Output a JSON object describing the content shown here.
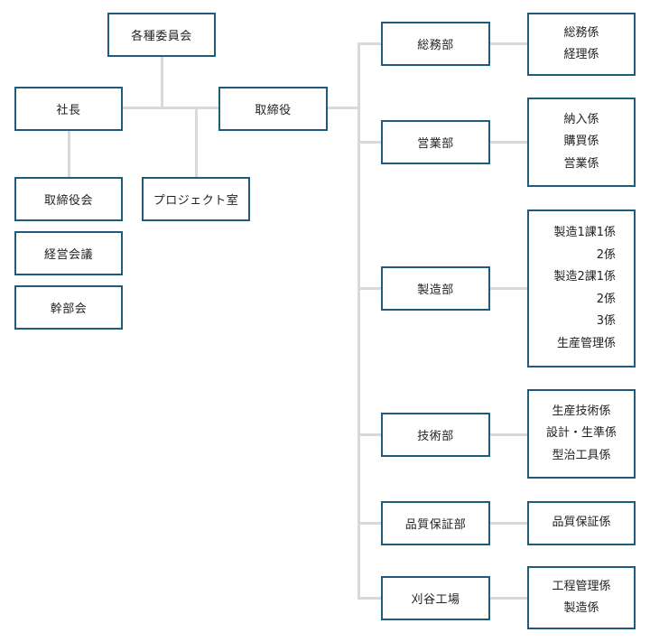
{
  "left": {
    "committees": "各種委員会",
    "president": "社長",
    "directors": "取締役",
    "board": "取締役会",
    "management_meeting": "経営会議",
    "executive_meeting": "幹部会",
    "project_office": "プロジェクト室"
  },
  "departments": [
    {
      "name": "総務部",
      "sections": [
        "総務係",
        "経理係"
      ]
    },
    {
      "name": "営業部",
      "sections": [
        "納入係",
        "購買係",
        "営業係"
      ]
    },
    {
      "name": "製造部",
      "sections": [
        "製造1課1係",
        "2係",
        "製造2課1係",
        "2係",
        "3係",
        "生産管理係"
      ]
    },
    {
      "name": "技術部",
      "sections": [
        "生産技術係",
        "設計・生準係",
        "型治工具係"
      ]
    },
    {
      "name": "品質保証部",
      "sections": [
        "品質保証係"
      ]
    },
    {
      "name": "刈谷工場",
      "sections": [
        "工程管理係",
        "製造係"
      ]
    }
  ]
}
